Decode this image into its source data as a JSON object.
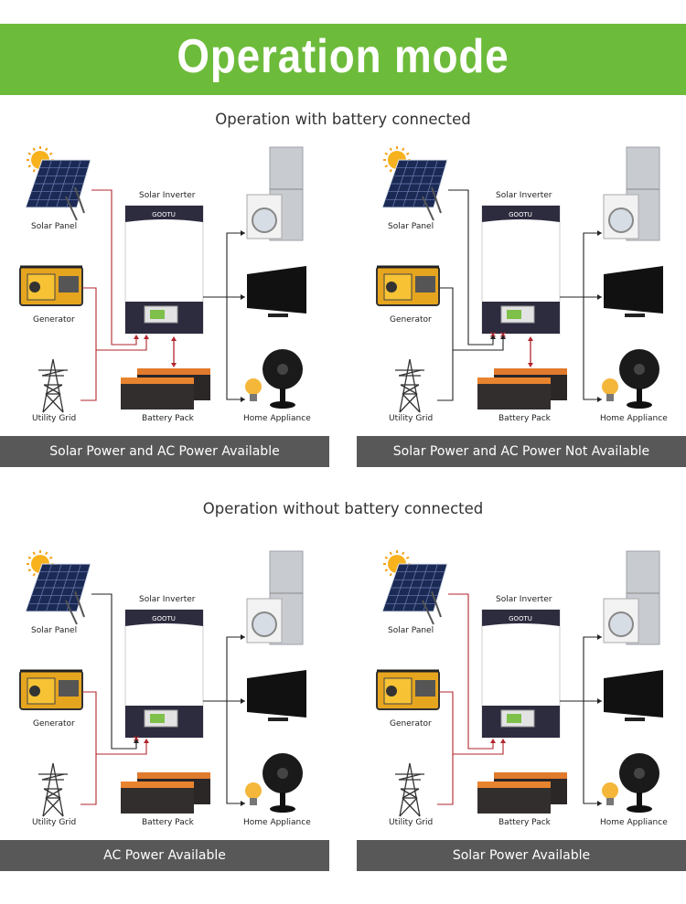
{
  "header": {
    "title": "Operation mode",
    "bg_color": "#6dbb3b"
  },
  "sections": [
    {
      "title": "Operation with battery connected"
    },
    {
      "title": "Operation without battery connected"
    }
  ],
  "labels": {
    "solar_panel": "Solar Panel",
    "generator": "Generator",
    "utility_grid": "Utility Grid",
    "solar_inverter": "Solar Inverter",
    "battery_pack": "Battery Pack",
    "home_appliance": "Home Appliance",
    "brand": "GOOTU"
  },
  "panels": [
    {
      "caption": "Solar Power and AC Power Available",
      "solar_line": "red",
      "ac_line": "red",
      "ac_blocked": false,
      "battery": true
    },
    {
      "caption": "Solar Power and AC Power Not Available",
      "solar_line": "black",
      "ac_line": "black",
      "ac_blocked": true,
      "battery": true
    },
    {
      "caption": "AC Power Available",
      "solar_line": "black",
      "ac_line": "red",
      "ac_blocked": false,
      "solar_blocked": true,
      "battery": false
    },
    {
      "caption": "Solar Power Available",
      "solar_line": "red",
      "ac_line": "red",
      "ac_blocked": false,
      "battery": false
    }
  ],
  "colors": {
    "active_line": "#b2262c",
    "inactive_line": "#222222",
    "footer_bg": "#585858"
  }
}
